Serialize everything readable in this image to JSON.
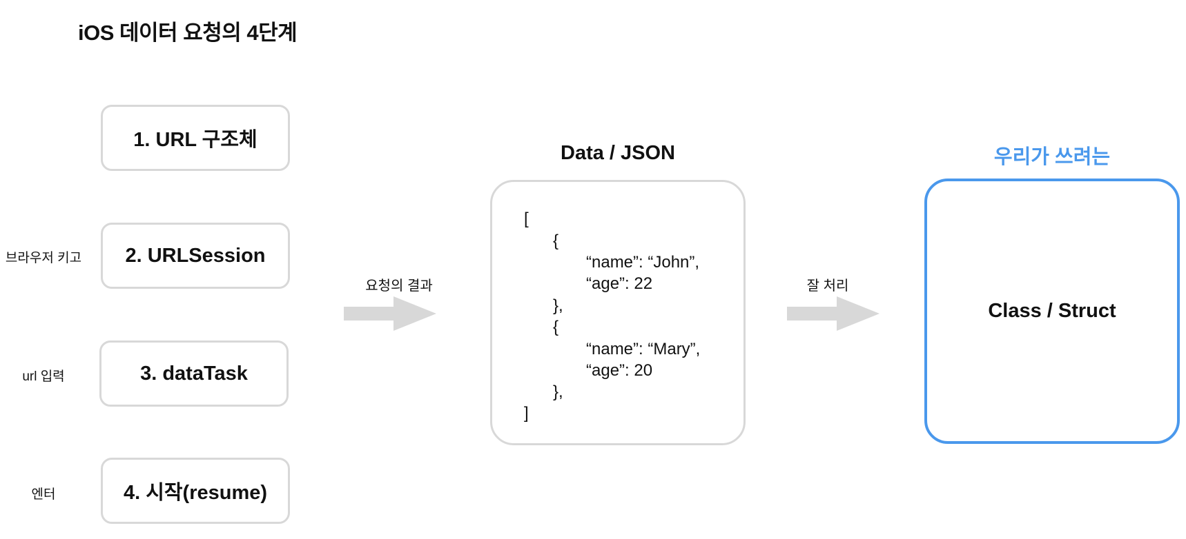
{
  "title": "iOS 데이터 요청의 4단계",
  "steps": [
    {
      "label": "1. URL 구조체",
      "side_label": ""
    },
    {
      "label": "2. URLSession",
      "side_label": "브라우저 키고"
    },
    {
      "label": "3. dataTask",
      "side_label": "url 입력"
    },
    {
      "label": "4. 시작(resume)",
      "side_label": "엔터"
    }
  ],
  "arrows": [
    {
      "label": "요청의 결과"
    },
    {
      "label": "잘 처리"
    }
  ],
  "json_section": {
    "title": "Data / JSON",
    "lines": [
      "[",
      "{",
      "“name”: “John”,",
      "“age”: 22",
      "},",
      "{",
      "“name”: “Mary”,",
      "“age”: 20",
      "},",
      "]"
    ]
  },
  "struct_section": {
    "title": "우리가 쓰려는",
    "box_label": "Class / Struct"
  },
  "colors": {
    "accent": "#4a98ec",
    "box_border": "#d8d8d8",
    "arrow": "#d8d8d8",
    "text": "#111111"
  }
}
